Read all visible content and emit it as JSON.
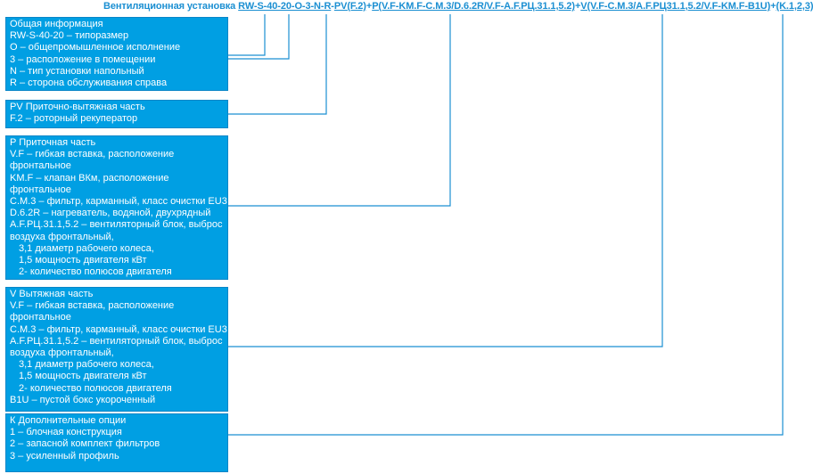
{
  "header": {
    "label": "Вентиляционная установка ",
    "code_parts": [
      "RW-S-40-20-O-3-N-R",
      "-",
      "PV(F.2)",
      "+",
      "P(V.F-KM.F-C.M.3/D.6.2R/V.F-A.F.PЦ.31.1,5.2)",
      "+",
      "V(V.F-C.M.3/A.F.PЦ31.1,5.2/V.F-KM.F-B1U)",
      "+",
      "(K.1,2,3)"
    ]
  },
  "boxes": [
    {
      "id": "general",
      "lines": [
        "Общая информация",
        "RW-S-40-20 – типоразмер",
        "О – общепромышленное исполнение",
        "3 – расположение в помещении",
        "N – тип установки напольный",
        "R – сторона обслуживания справа"
      ]
    },
    {
      "id": "pv",
      "lines": [
        "PV Приточно-вытяжная часть",
        "F.2 – роторный рекуператор"
      ]
    },
    {
      "id": "supply",
      "lines": [
        "P Приточная часть",
        "V.F – гибкая вставка, расположение фронтальное",
        "KM.F – клапан ВКм, расположение фронтальное",
        "C.M.3 – фильтр, карманный, класс очистки EU3",
        "D.6.2R – нагреватель, водяной, двухрядный",
        "A.F.PЦ.31.1,5.2 – вентиляторный блок, выброс воздуха фронтальный,",
        "3,1 диаметр рабочего колеса,",
        "1,5 мощность двигателя кВт",
        "2- количество полюсов двигателя"
      ]
    },
    {
      "id": "exhaust",
      "lines": [
        "V Вытяжная часть",
        "V.F – гибкая вставка, расположение фронтальное",
        "C.M.3 – фильтр, карманный, класс очистки EU3",
        "A.F.PЦ.31.1,5.2 – вентиляторный блок, выброс воздуха фронтальный,",
        "3,1 диаметр рабочего колеса,",
        "1,5 мощность двигателя кВт",
        "2- количество полюсов двигателя",
        "B1U – пустой бокс укороченный"
      ]
    },
    {
      "id": "options",
      "lines": [
        "К Дополнительные опции",
        "1 – блочная конструкция",
        "2 – запасной комплект фильтров",
        "3 – усиленный профиль"
      ]
    }
  ],
  "colors": {
    "box_fill": "#009fe3",
    "line": "#1b8fd2",
    "text": "#ffffff"
  }
}
